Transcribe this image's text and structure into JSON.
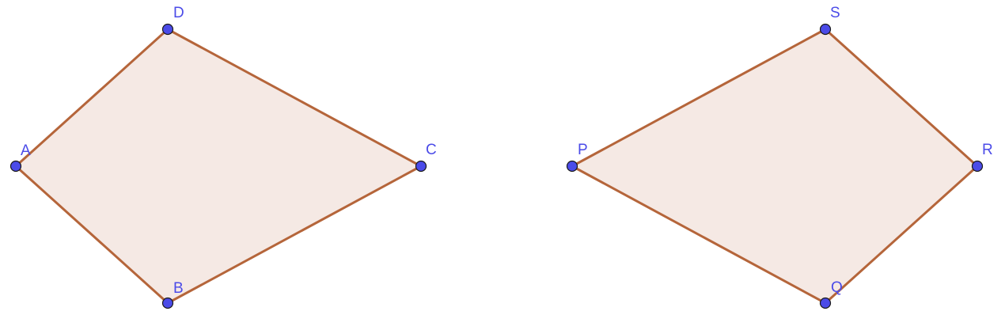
{
  "style": {
    "fill_color": "#f5e9e4",
    "edge_color": "#b5653a",
    "point_color": "#4b4be8",
    "label_color": "#4b4be8"
  },
  "quadrilaterals": [
    {
      "name": "ABCD",
      "vertices": [
        "A",
        "B",
        "C",
        "D"
      ]
    },
    {
      "name": "PQRS",
      "vertices": [
        "P",
        "Q",
        "R",
        "S"
      ]
    }
  ],
  "labels": {
    "A": "A",
    "B": "B",
    "C": "C",
    "D": "D",
    "P": "P",
    "Q": "Q",
    "R": "R",
    "S": "S"
  }
}
